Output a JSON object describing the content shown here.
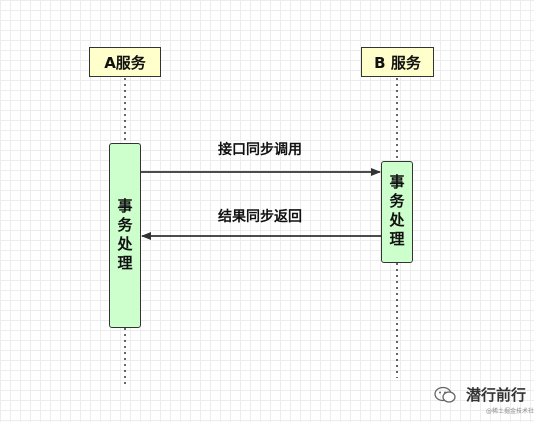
{
  "participants": {
    "a": {
      "label": "A服务"
    },
    "b": {
      "label": "B 服务"
    }
  },
  "activations": {
    "a": {
      "label": "事务处理"
    },
    "b": {
      "label": "事务处理"
    }
  },
  "messages": [
    {
      "label": "接口同步调用",
      "from": "A服务",
      "to": "B 服务"
    },
    {
      "label": "结果同步返回",
      "from": "B 服务",
      "to": "A服务"
    }
  ],
  "colors": {
    "participant_fill": "#ffffcc",
    "activation_fill": "#ccffcc",
    "line": "#333333"
  },
  "watermark": {
    "icon": "wechat-icon",
    "text": "潜行前行",
    "subtext": "@稀土掘金技术社区"
  }
}
